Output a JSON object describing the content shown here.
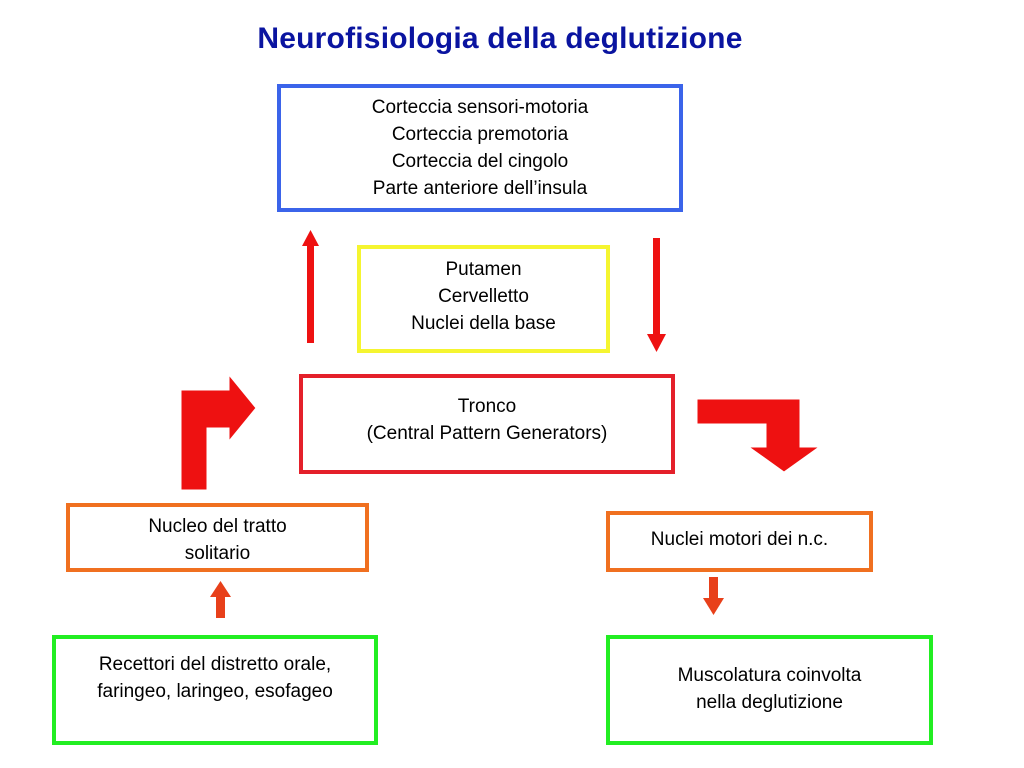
{
  "title": "Neurofisiologia della deglutizione",
  "colors": {
    "title": "#0a14a0",
    "cortex_border": "#3b64ea",
    "basal_border": "#f5f530",
    "brainstem_border": "#e4202a",
    "nucleus_border": "#f07020",
    "periphery_border": "#22ee22",
    "arrow_red": "#ee1111",
    "arrow_orange": "#e8401a"
  },
  "boxes": {
    "cortex": {
      "lines": [
        "Corteccia sensori-motoria",
        "Corteccia premotoria",
        "Corteccia del cingolo",
        "Parte anteriore dell’insula"
      ]
    },
    "basal": {
      "lines": [
        "Putamen",
        "Cervelletto",
        "Nuclei della base"
      ]
    },
    "brainstem": {
      "lines": [
        "Tronco",
        "(Central Pattern Generators)"
      ]
    },
    "nts": {
      "lines": [
        "Nucleo del tratto",
        "solitario"
      ]
    },
    "motor": {
      "lines": [
        "Nuclei motori dei n.c."
      ]
    },
    "receptors": {
      "lines": [
        "Recettori del distretto orale,",
        "faringeo, laringeo, esofageo"
      ]
    },
    "muscles": {
      "lines": [
        "Muscolatura coinvolta",
        "nella deglutizione"
      ]
    }
  },
  "arrows": {
    "up_to_cortex": "arrow-up-icon",
    "down_from_cortex": "arrow-down-icon",
    "bent_to_brainstem": "bent-arrow-right-icon",
    "bent_from_brainstem": "bent-arrow-down-icon",
    "receptors_to_nts": "arrow-up-icon",
    "motor_to_muscles": "arrow-down-icon"
  }
}
